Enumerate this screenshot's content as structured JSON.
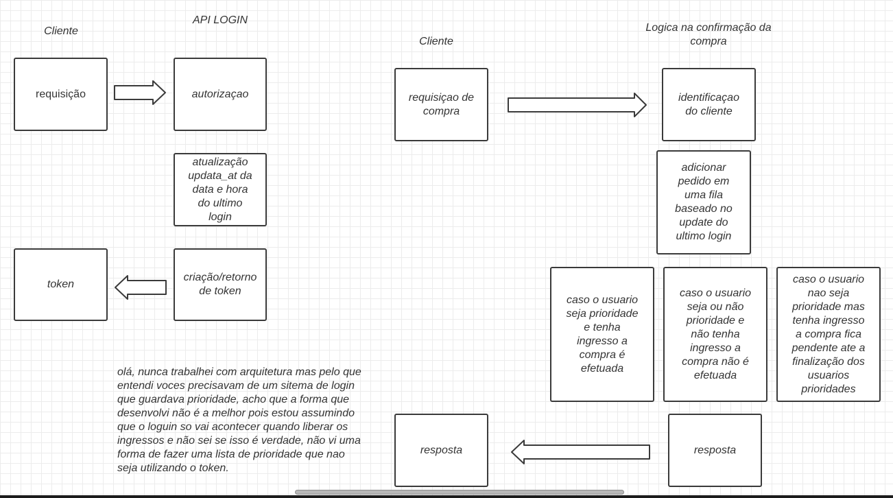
{
  "labels": {
    "cliente_left": "Cliente",
    "api_login": "API LOGIN",
    "cliente_right": "Cliente",
    "logica": "Logica na confirmação da\ncompra"
  },
  "boxes": {
    "requisicao": "requisição",
    "autorizacao": "autorizaçao",
    "atualizacao": "atualização\nupdata_at da\ndata e hora\ndo ultimo\nlogin",
    "token": "token",
    "criacao_token": "criação/retorno\nde token",
    "requisicao_compra": "requisiçao de\ncompra",
    "identificacao": "identificaçao\ndo cliente",
    "adicionar_pedido": "adicionar\npedido em\numa fila\nbaseado no\nupdate do\nultimo login",
    "caso_efetuada": "caso o usuario\nseja prioridade\ne tenha\ningresso a\ncompra é\nefetuada",
    "caso_nao_efetuada": "caso o usuario\nseja ou não\nprioridade e\nnão tenha\ningresso a\ncompra não é\nefetuada",
    "caso_pendente": "caso o usuario\nnao seja\nprioridade mas\ntenha ingresso\na compra fica\npendente ate a\nfinalização dos\nusuarios\nprioridades",
    "resposta_left": "resposta",
    "resposta_right": "resposta"
  },
  "note": "olá, nunca trabalhei com arquitetura mas pelo que\nentendi voces precisavam de um sitema de login\nque guardava prioridade, acho que a forma que\ndesenvolvi não é a melhor pois estou assumindo\nque o loguin so vai acontecer quando liberar os\ningressos e não sei se isso é verdade, não vi uma\nforma de fazer uma lista de prioridade que nao\nseja utilizando o token."
}
